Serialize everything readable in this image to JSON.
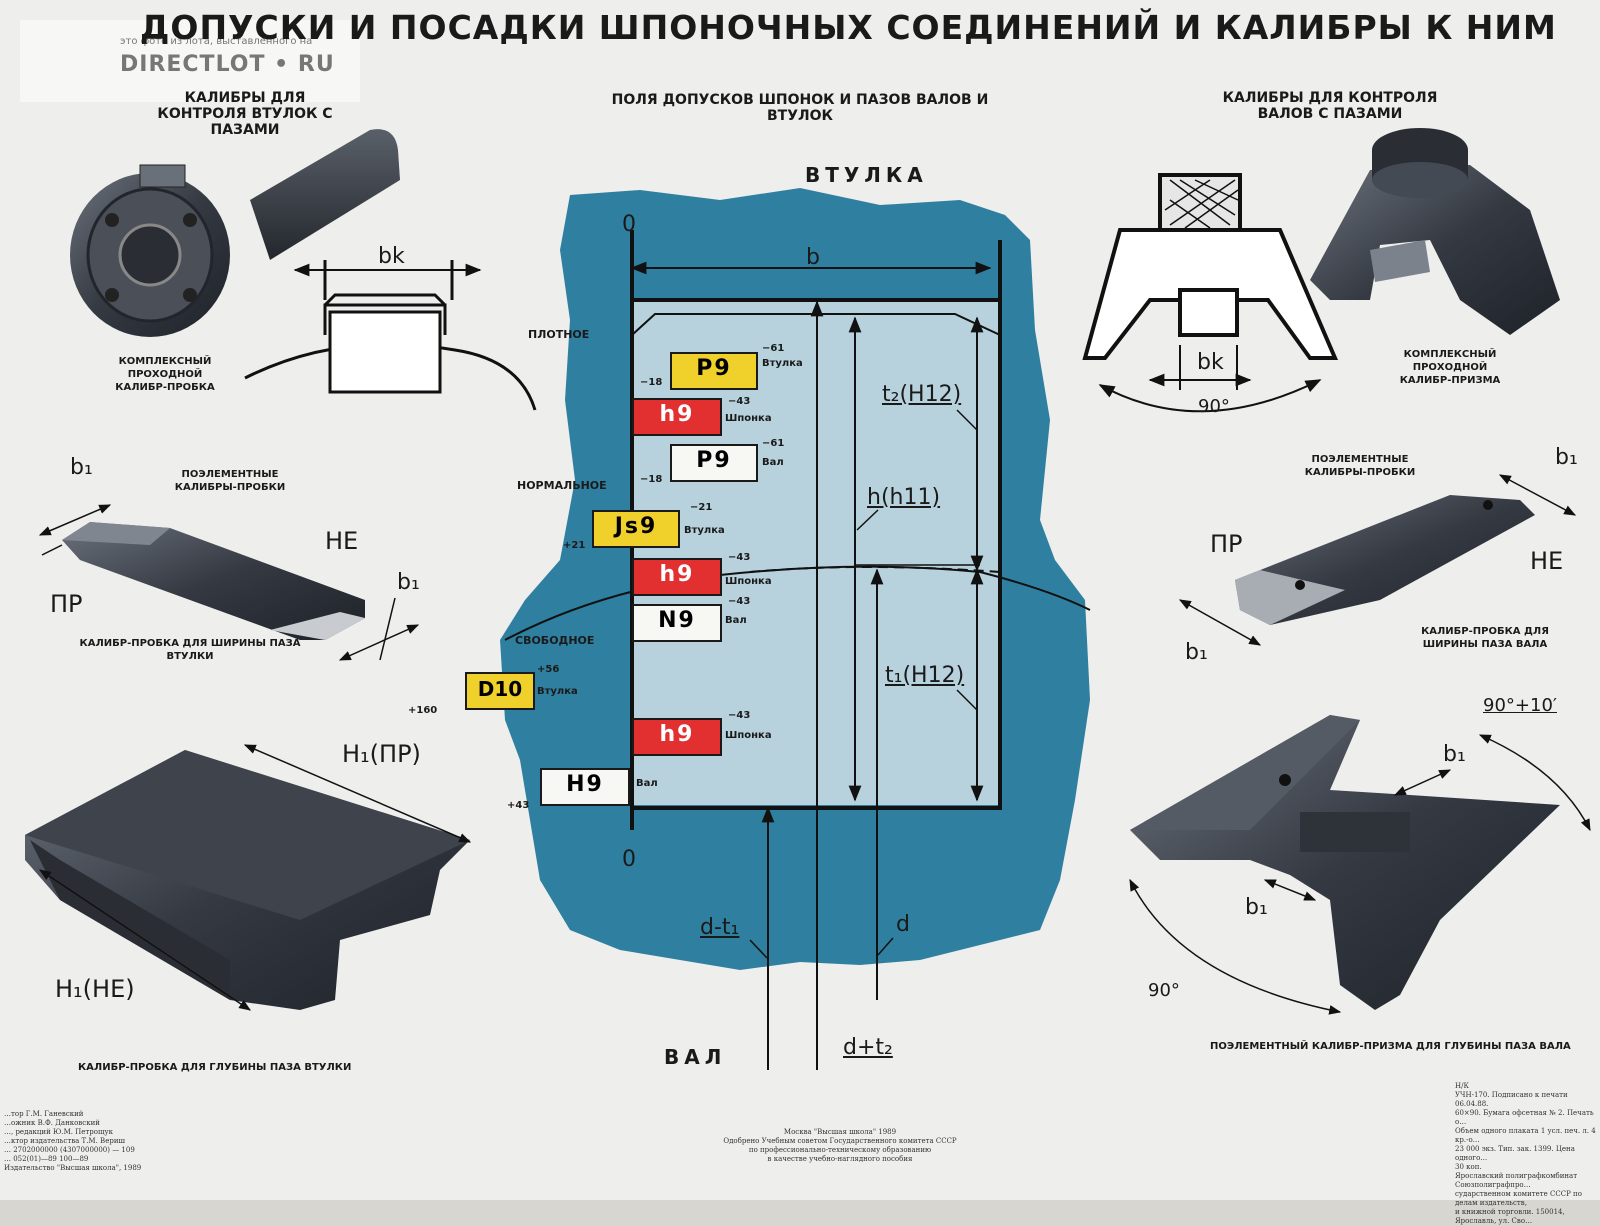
{
  "watermark": {
    "line1": "это фото из лота, выставленного на",
    "line2": "DIRECTLOT • RU"
  },
  "title": "ДОПУСКИ И ПОСАДКИ ШПОНОЧНЫХ СОЕДИНЕНИЙ И КАЛИБРЫ К НИМ",
  "left_panel": {
    "header": "КАЛИБРЫ ДЛЯ КОНТРОЛЯ ВТУЛОК С ПАЗАМИ",
    "complex_caption": "КОМПЛЕКСНЫЙ ПРОХОДНОЙ КАЛИБР-ПРОБКА",
    "bk_label": "bk",
    "element_header": "ПОЭЛЕМЕНТНЫЕ КАЛИБРЫ-ПРОБКИ",
    "b1_top": "b₁",
    "b1_right": "b₁",
    "ne_label": "НЕ",
    "pr_label": "ПР",
    "width_caption": "КАЛИБР-ПРОБКА ДЛЯ ШИРИНЫ ПАЗА ВТУЛКИ",
    "h1_pr": "H₁(ПР)",
    "h1_ne": "H₁(НЕ)",
    "depth_caption": "КАЛИБР-ПРОБКА ДЛЯ ГЛУБИНЫ ПАЗА ВТУЛКИ"
  },
  "center_panel": {
    "header": "ПОЛЯ ДОПУСКОВ ШПОНОК И ПАЗОВ ВАЛОВ И ВТУЛОК",
    "hub": "ВТУЛКА",
    "shaft": "ВАЛ",
    "zero_top": "0",
    "zero_bottom": "0",
    "b": "b",
    "t2": "t₂(H12)",
    "h": "h(h11)",
    "t1": "t₁(H12)",
    "d_minus_t1": "d-t₁",
    "d": "d",
    "d_plus_t2": "d+t₂",
    "fits": {
      "tight": "ПЛОТНОЕ",
      "normal": "НОРМАЛЬНОЕ",
      "free": "СВОБОДНОЕ"
    },
    "zones": [
      {
        "code": "P9",
        "part": "Втулка",
        "upper": "−18",
        "lower": "−61",
        "color": "yellow"
      },
      {
        "code": "h9",
        "part": "Шпонка",
        "upper": "",
        "lower": "−43",
        "color": "red"
      },
      {
        "code": "P9",
        "part": "Вал",
        "upper": "−18",
        "lower": "−61",
        "color": "white"
      },
      {
        "code": "Js9",
        "part": "Втулка",
        "upper": "+21",
        "lower": "−21",
        "color": "yellow"
      },
      {
        "code": "h9",
        "part": "Шпонка",
        "upper": "",
        "lower": "−43",
        "color": "red"
      },
      {
        "code": "N9",
        "part": "Вал",
        "upper": "",
        "lower": "−43",
        "color": "white"
      },
      {
        "code": "D10",
        "part": "Втулка",
        "upper": "+160",
        "lower": "+56",
        "color": "yellow"
      },
      {
        "code": "h9",
        "part": "Шпонка",
        "upper": "",
        "lower": "−43",
        "color": "red"
      },
      {
        "code": "H9",
        "part": "Вал",
        "upper": "+43",
        "lower": "",
        "color": "white"
      }
    ]
  },
  "right_panel": {
    "header": "КАЛИБРЫ ДЛЯ КОНТРОЛЯ ВАЛОВ С ПАЗАМИ",
    "bk_label": "bk",
    "angle90": "90°",
    "complex_caption": "КОМПЛЕКСНЫЙ ПРОХОДНОЙ КАЛИБР-ПРИЗМА",
    "element_header": "ПОЭЛЕМЕНТНЫЕ КАЛИБРЫ-ПРОБКИ",
    "b1_top": "b₁",
    "pr_label": "ПР",
    "ne_label": "НЕ",
    "b1_bottom": "b₁",
    "width_caption": "КАЛИБР-ПРОБКА ДЛЯ ШИРИНЫ ПАЗА ВАЛА",
    "angle_tol": "90°+10′",
    "b1_prism_top": "b₁",
    "b1_prism_bottom": "b₁",
    "angle90_prism": "90°",
    "prism_caption": "ПОЭЛЕМЕНТНЫЙ КАЛИБР-ПРИЗМА   ДЛЯ ГЛУБИНЫ ПАЗА ВАЛА"
  },
  "footer": {
    "left": "…тор Г.М. Ганевский\n…ожник В.Ф. Данковский\n…, редакций Ю.М. Петрощук\n…ктор издательства Т.М. Вериш\n… 2702000000 (4307000000) — 109\n… 052(01)—89   100—89\nИздательство \"Высшая школа\", 1989",
    "center": "Москва \"Высшая школа\" 1989\nОдобрено Учебным советом Государственного комитета СССР\nпо профессионально-техническому образованию\nв качестве учебно-наглядного пособия",
    "right": "Н/К\nУЧН-170. Подписано к печати 06.04.88.\n60×90. Бумага офсетная № 2. Печать о…\nОбъем одного плаката 1 усл. печ. л. 4 кр.-о…\n23 000 экз. Тип. зак. 1399. Цена одного…\n30 коп.\nЯрославский полиграфкомбинат Союзполиграфпро…\nсударственном комитете СССР по делам издательств,\nи книжной торговли. 150014, Ярославль, ул. Сво…"
  },
  "colors": {
    "background": "#eeeeec",
    "blue_field": "#2f7fa0",
    "inner_field": "#b7d2dd",
    "yellow_zone": "#f0d02a",
    "red_zone": "#e23030",
    "white_zone": "#f7f7f3",
    "metal": "#3a3f48"
  }
}
